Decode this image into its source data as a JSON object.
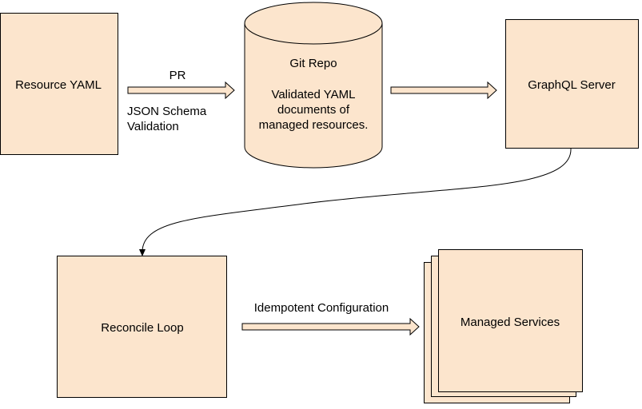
{
  "colors": {
    "box_fill": "#fce5cd",
    "stroke": "#000000",
    "background": "#ffffff"
  },
  "nodes": {
    "resource_yaml": "Resource YAML",
    "git_repo": {
      "title": "Git Repo",
      "description": [
        "Validated YAML",
        "documents of",
        "managed resources."
      ]
    },
    "graphql_server": "GraphQL Server",
    "reconcile_loop": "Reconcile Loop",
    "managed_services": "Managed Services"
  },
  "edges": {
    "pr": "PR",
    "schema_validation": [
      "JSON Schema",
      "Validation"
    ],
    "idempotent_configuration": "Idempotent Configuration"
  }
}
